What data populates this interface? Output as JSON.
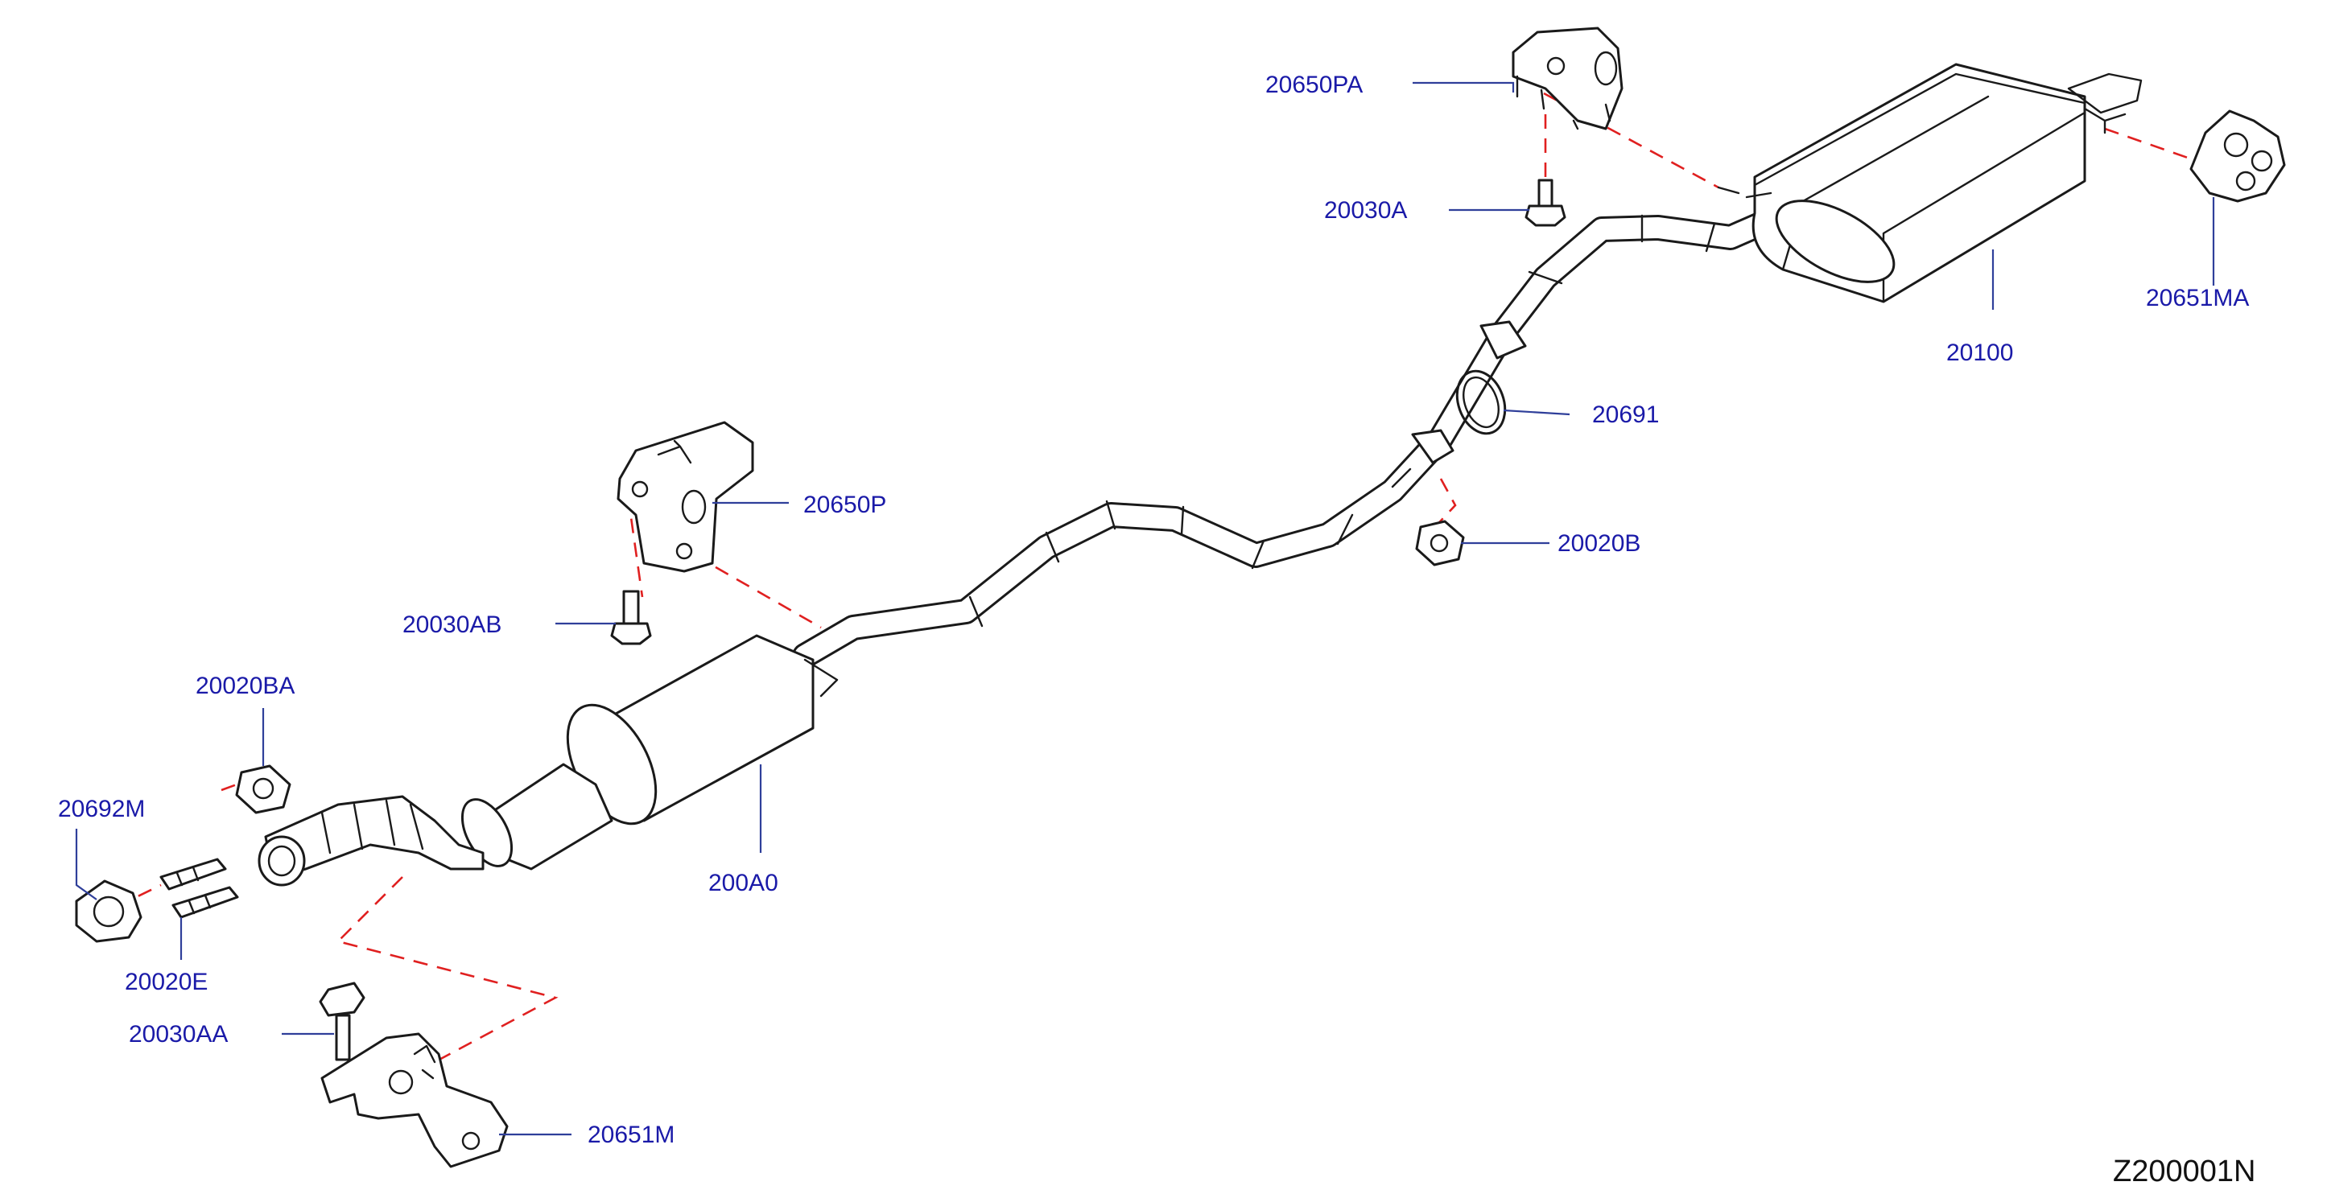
{
  "diagram": {
    "code": "Z200001N",
    "colors": {
      "part_label": "#1a1aa8",
      "leader": "#2f3f9a",
      "assembly_line": "#e02020",
      "outline": "#1a1a1a"
    },
    "labels": {
      "p20650PA": "20650PA",
      "p20030A": "20030A",
      "p20651MA": "20651MA",
      "p20100": "20100",
      "p20691": "20691",
      "p20650P": "20650P",
      "p20020B": "20020B",
      "p20030AB": "20030AB",
      "p20020BA": "20020BA",
      "p20692M": "20692M",
      "p200A0": "200A0",
      "p20020E": "20020E",
      "p20030AA": "20030AA",
      "p20651M": "20651M"
    }
  }
}
